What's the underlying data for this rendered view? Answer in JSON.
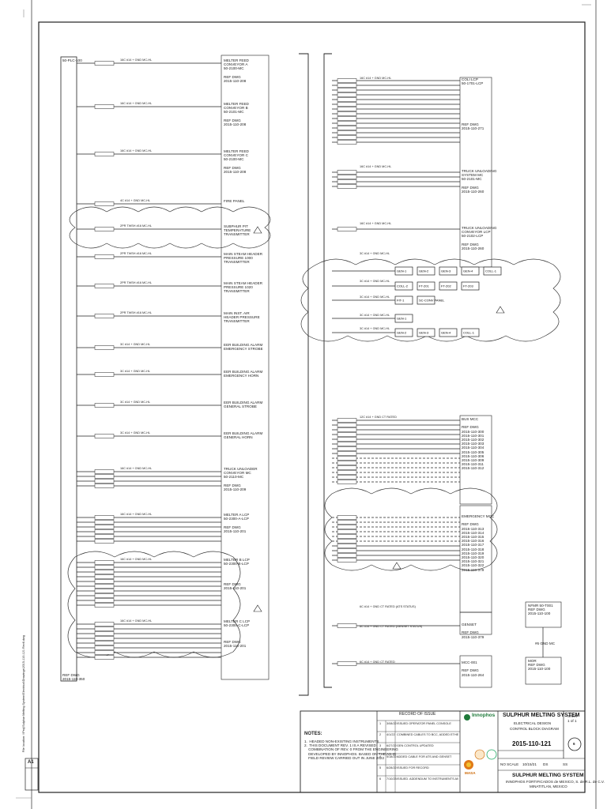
{
  "plc": {
    "name": "50-PLC-100",
    "ref": "REF DWG\n2015-110-350"
  },
  "left_targets": [
    {
      "text": "MELTER FEED\nCONVEYOR A\n50-2100-MC\n\nREF DWG\n2015-110-208"
    },
    {
      "text": "MELTER FEED\nCONVEYOR B\n50-2101-MC\n\nREF DWG\n2015-110-208"
    },
    {
      "text": "MELTER FEED\nCONVEYOR C\n50-2100-MC\n\nREF DWG\n2015-110-208"
    },
    {
      "text": "FIRE PANEL"
    },
    {
      "text": "SUBPHUR PIT\nTEMPERATURE\nTRANSMITTER"
    },
    {
      "text": "MAIN STEAM HEADER\nPRESSURE 1000\nTRANSMITTER"
    },
    {
      "text": "MAIN STEAM HEADER\nPRESSURE 1020\nTRANSMITTER"
    },
    {
      "text": "MAIN INST. AIR\nHEADER PRESSURE\nTRANSMITTER"
    },
    {
      "text": "EER BUILDING ALARM\nEMERGENCY STROBE"
    },
    {
      "text": "EER BUILDING ALARM\nEMERGENCY HORN"
    },
    {
      "text": "EER BUILDING ALARM\nGENERAL STROBE"
    },
    {
      "text": "EER BUILDING ALARM\nGENERAL HORN"
    },
    {
      "text": "TRUCK UNLOADER\nCONVEYOR MC\n50-2110-MC\n\nREF DWG\n2015-110-209"
    },
    {
      "text": "MELTER A LCP\n50-2300-A-LCP\n\nREF DWG\n2015-110-201"
    },
    {
      "text": "MELTER B LCP\n50-2300-B-LCP\n\n\n\n\nREF DWG\n2015-110-201"
    },
    {
      "text": "MELTER C LCP\n50-2300-C-LCP\n\n\n\nREF DWG\n2015-110-201"
    }
  ],
  "cables_left": [
    "16C #14 + GND MC-HL",
    "16C #14 + GND MC-HL",
    "16C #14 + GND MC-HL",
    "4C #14 + GND MC-HL",
    "2PR TWSH #16 MC-HL",
    "2PR TWSH #16 MC-HL",
    "2PR TWSH #16 MC-HL",
    "2PR TWSH #16 MC-HL",
    "3C #14 + GND MC-HL",
    "3C #14 + GND MC-HL",
    "3C #14 + GND MC-HL",
    "3C #14 + GND MC-HL",
    "16C #14 + GND MC-HL",
    "16C #14 + GND MC-HL",
    "16C #14 + GND MC-HL",
    "16C #14 + GND MC-HL"
  ],
  "right_targets": [
    {
      "text": "COLI LCP\n50-1701-LCP\n\n\n\n\n\n\n\n\n\nREF DWG\n2015-110-271"
    },
    {
      "text": "TRUCK UNLOADING\nSYSTEM MC\n50-2101-MC\n\nREF DWG\n2015-110-260"
    },
    {
      "text": "TRUCK UNLOADING\nCONVEYOR LCP\n50-2102-LCP\n\nREF DWG\n2015-110-260"
    },
    {
      "text": "BUS MCC\n\nREF DWG\n2015-110-300\n2015-110-301\n2015-110-302\n2015-110-303\n2015-110-304\n2015-110-305\n2015-110-306\n2015-110-309\n2015-110-311\n2015-110-312"
    },
    {
      "text": "EMERGENCY MCC\n\nREF DWG\n2015-110-313\n2015-110-314\n2015-110-315\n2015-110-316\n2015-110-317\n2015-110-318\n2015-110-319\n2015-110-320\n2015-110-321\n2015-110-322\n2015-110-379"
    },
    {
      "text": "GENSET\n\nREF DWG\n2015-110-379"
    },
    {
      "text": "MCC-001\n\nREF DWG\n2015-110-264"
    }
  ],
  "cables_right": [
    "16C #14 + GND MC-HL",
    "16C #14 + GND MC-HL",
    "16C #14 + GND MC-HL",
    "3C #14 + GND MC-HL",
    "3C #14 + GND MC-HL",
    "3C #14 + GND MC-HL",
    "3C #14 + GND MC-HL",
    "3C #14 + GND MC-HL",
    "12C #14 + GND CT RATED",
    "6C #14 + GND CT RATED (ATS STATUS)",
    "6C #14 + GND CT RATED (GENSET STATUS)",
    "6C #14 + GND CT RATED"
  ],
  "devices": [
    "GEN-1",
    "GEN-2",
    "GEN-3",
    "GEN-4",
    "COLL-1",
    "COLL-2",
    "FT-201",
    "FT-202",
    "FT-203",
    "FIT-1",
    "SC-CONV PANEL"
  ],
  "far_right": {
    "top": "NFMR 50-T001\nREF DWG\n2015-110-100",
    "bot": "MOR\nREF DWG\n2015-110-100",
    "cable": "#6 GND MC"
  },
  "notes": {
    "heading": "NOTES:",
    "lines": "1.  HEADED NON-EXISTING INSTRUMENTS\n2.  THIS DOCUMENT REV. 1 IS A REVISED\n    COMBINATION OF REV. 0 FROM THE ENGINEERING\n    DEVELOPED BY INNOPHOS. BASED ON THE AS-IS\n    FIELD REVIEW CARRIED OUT IN JUNE 2022"
  },
  "record": {
    "heading": "RECORD OF ISSUE",
    "rows": [
      {
        "date": "3/08/22",
        "desc": "ISSUED OPERATOR PANEL CONSOLE"
      },
      {
        "date": "4/1/22",
        "desc": "COMBINED CABLES TO BCC, ADDED ETHERNET CABLE"
      },
      {
        "date": "6/27/22",
        "desc": "GEN CONTROL UPDATED"
      },
      {
        "date": "5/18/22",
        "desc": "ADDED CABLE FOR ATS AND GENSET"
      },
      {
        "date": "6/28/22",
        "desc": "ISSUED FOR RECORD"
      },
      {
        "date": "7/10/23",
        "desc": "ISSUED. ADDENDUM TO INSTRUMENTS AND ETHERNET CONTROL"
      }
    ]
  },
  "logos": {
    "brand": "Innophos",
    "partner": "MASA"
  },
  "title_block": {
    "title": "SULPHUR MELTING SYSTEM",
    "sub1": "ELECTRICAL DESIGN",
    "sub2": "CONTROL BLOCK DIAGRAM",
    "number": "2015-110-121",
    "sheet_label": "Sheet",
    "sheet": "1 of 1",
    "rev": "6",
    "scale": "NO SCALE",
    "date": "10/15/21",
    "drawn": "DS",
    "checked": "SS",
    "bottom_title": "SULPHUR MELTING SYSTEM",
    "bottom_sub": "INNOPHOS FORTIFICADOS de MEXICO, S. de R.L. de C.V.",
    "bottom_loc": "MINATITLAN, MEXICO"
  },
  "corner": {
    "size": "A1"
  },
  "margin_note": "File location: \\\\Proj\\Sulphur Melting System\\Electrical\\Drawings\\2015-110-121 Rev6.dwg"
}
